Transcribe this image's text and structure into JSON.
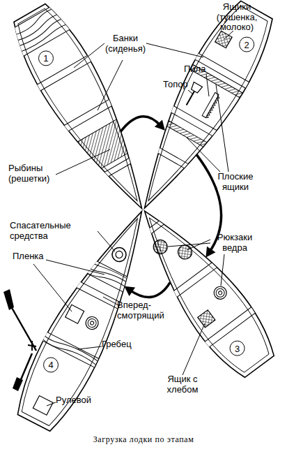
{
  "diagram": {
    "caption": "Загрузка лодки по этапам",
    "nodes": [
      {
        "text": [
          "1"
        ]
      },
      {
        "text": [
          "2"
        ]
      },
      {
        "text": [
          "3"
        ]
      },
      {
        "text": [
          "4"
        ]
      }
    ],
    "edges": [
      {
        "from": 0,
        "to": 1,
        "arrow": "to"
      },
      {
        "from": 1,
        "to": 2,
        "arrow": "to"
      },
      {
        "from": 2,
        "to": 3,
        "arrow": "to"
      }
    ],
    "labels": [
      "Ящики (тушенка, молоко)",
      "Банки (сиденья)",
      "Пила",
      "Топор",
      "Рыбины (решетки)",
      "Плоские ящики",
      "Спасательные средства",
      "Рюкзаки ведра",
      "Пленка",
      "Вперед- смотрящий",
      "Гребец",
      "Рулевой",
      "Ящик с хлебом"
    ]
  }
}
